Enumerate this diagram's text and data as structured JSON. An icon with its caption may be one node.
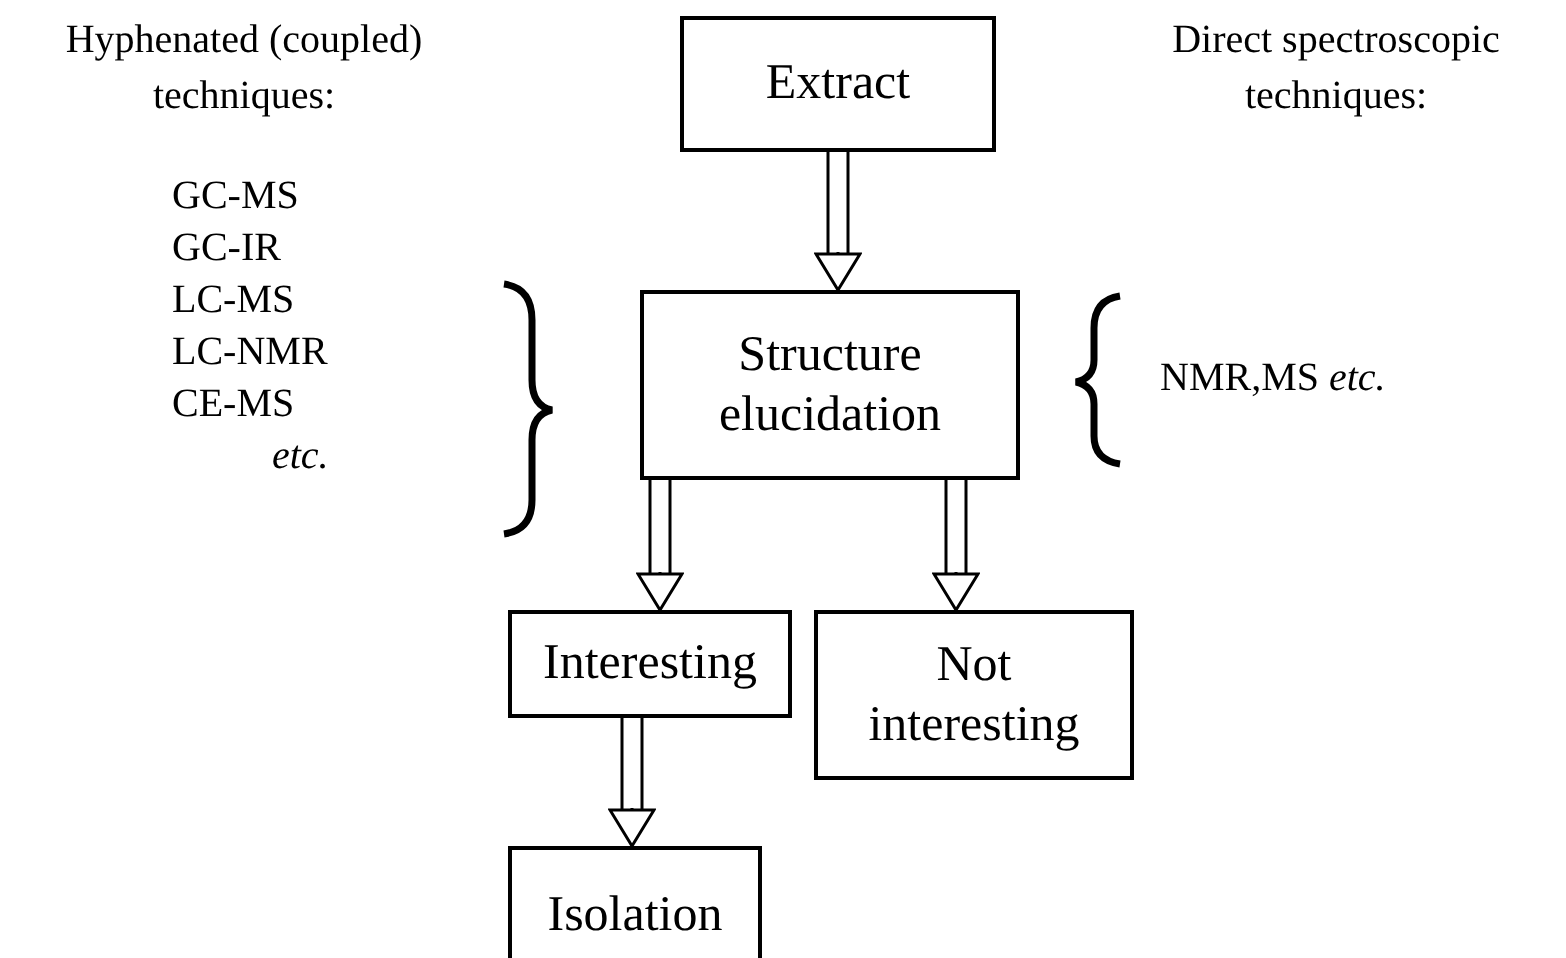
{
  "diagram": {
    "nodes": [
      {
        "text": [
          "Extract"
        ]
      },
      {
        "text": [
          "Structure elucidation"
        ]
      },
      {
        "text": [
          "Interesting"
        ]
      },
      {
        "text": [
          "Not interesting"
        ]
      },
      {
        "text": [
          "Isolation"
        ]
      }
    ],
    "edges": [
      {
        "from": 0,
        "to": 1,
        "arrow": "to"
      },
      {
        "from": 1,
        "to": 2,
        "arrow": "to"
      },
      {
        "from": 1,
        "to": 3,
        "arrow": "to"
      },
      {
        "from": 2,
        "to": 4,
        "arrow": "to"
      }
    ],
    "labels": [
      "Hyphenated (coupled) techniques:",
      "Direct spectroscopic techniques:",
      "GC-MS",
      "GC-IR",
      "LC-MS",
      "LC-NMR",
      "CE-MS",
      "*etc.*",
      "NMR,MS *etc.*"
    ]
  }
}
